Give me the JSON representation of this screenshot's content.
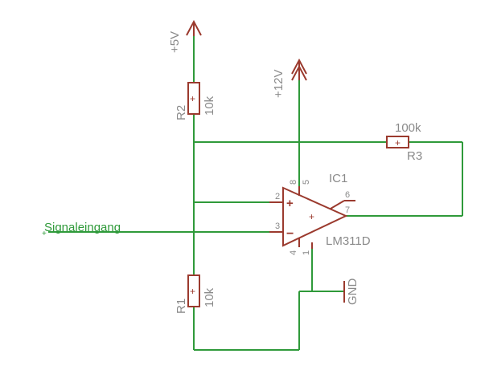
{
  "net_labels": {
    "signal_in": "Signaleingang",
    "supply_5v": "+5V",
    "supply_12v": "+12V",
    "ground": "GND"
  },
  "components": {
    "r1": {
      "name": "R1",
      "value": "10k"
    },
    "r2": {
      "name": "R2",
      "value": "10k"
    },
    "r3": {
      "name": "R3",
      "value": "100k"
    },
    "ic1": {
      "name": "IC1",
      "part": "LM311D"
    }
  },
  "pins": {
    "p1": "1",
    "p2": "2",
    "p3": "3",
    "p4": "4",
    "p5": "5",
    "p6": "6",
    "p7": "7",
    "p8": "8"
  },
  "symbols": {
    "resistor_mark": "+",
    "opamp_plus": "+",
    "opamp_minus": "−",
    "opamp_center": "+"
  },
  "colors": {
    "wire": "#2f9a3a",
    "component": "#9b3a2e",
    "label": "#8a8a8a"
  }
}
